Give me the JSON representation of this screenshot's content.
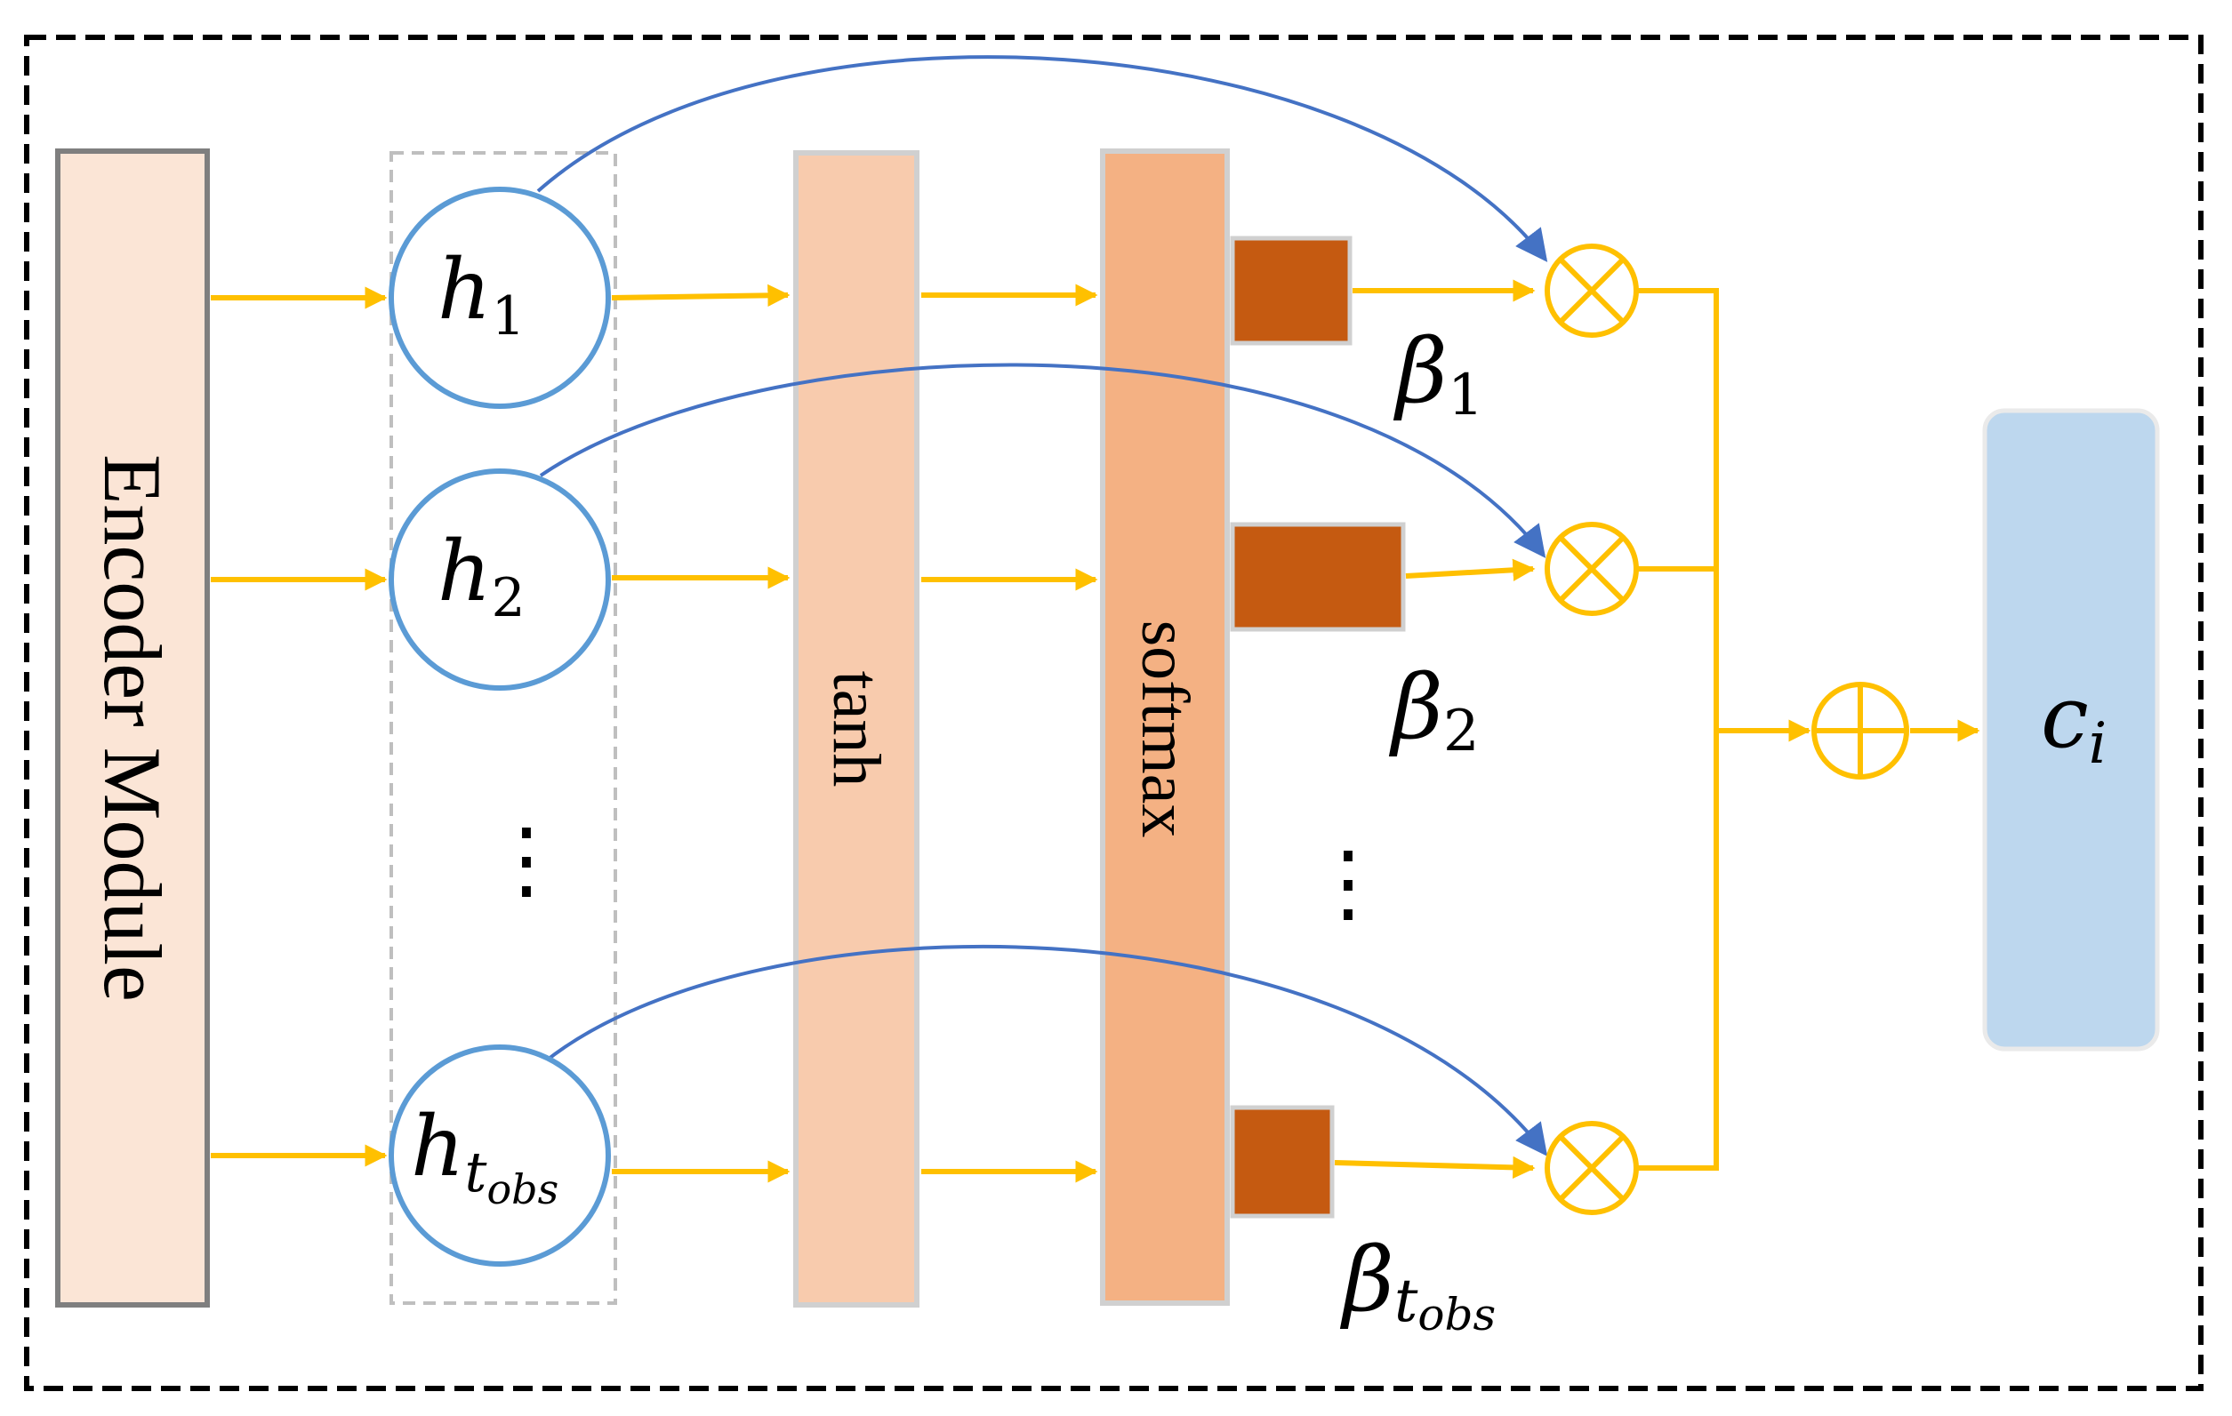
{
  "encoder": {
    "label": "Encoder Module",
    "fill": "#FBE5D6",
    "stroke": "#7F7F7F"
  },
  "tanh": {
    "label": "tanh",
    "fill": "#F8CBAD",
    "stroke": "#D0D0D0"
  },
  "softmax": {
    "label": "softmax",
    "fill": "#F4B183",
    "stroke": "#D0D0D0"
  },
  "hidden_states": [
    {
      "base": "h",
      "sub": "1",
      "subsub": ""
    },
    {
      "base": "h",
      "sub": "2",
      "subsub": ""
    },
    {
      "base": "h",
      "sub": "t",
      "subsub": "obs"
    }
  ],
  "weights": [
    {
      "base": "β",
      "sub": "1",
      "subsub": ""
    },
    {
      "base": "β",
      "sub": "2",
      "subsub": ""
    },
    {
      "base": "β",
      "sub": "t",
      "subsub": "obs"
    }
  ],
  "output": {
    "base": "c",
    "sub": "i",
    "fill": "#BDD7EE"
  },
  "ellipsis": "⋮",
  "operators": {
    "multiply": "⊗",
    "add": "⊕"
  },
  "colors": {
    "arrow": "#FFC000",
    "skip_arrow": "#4472C4",
    "circle_stroke": "#5B9BD5",
    "weight_block": "#C55A11",
    "frame": "#000000"
  }
}
